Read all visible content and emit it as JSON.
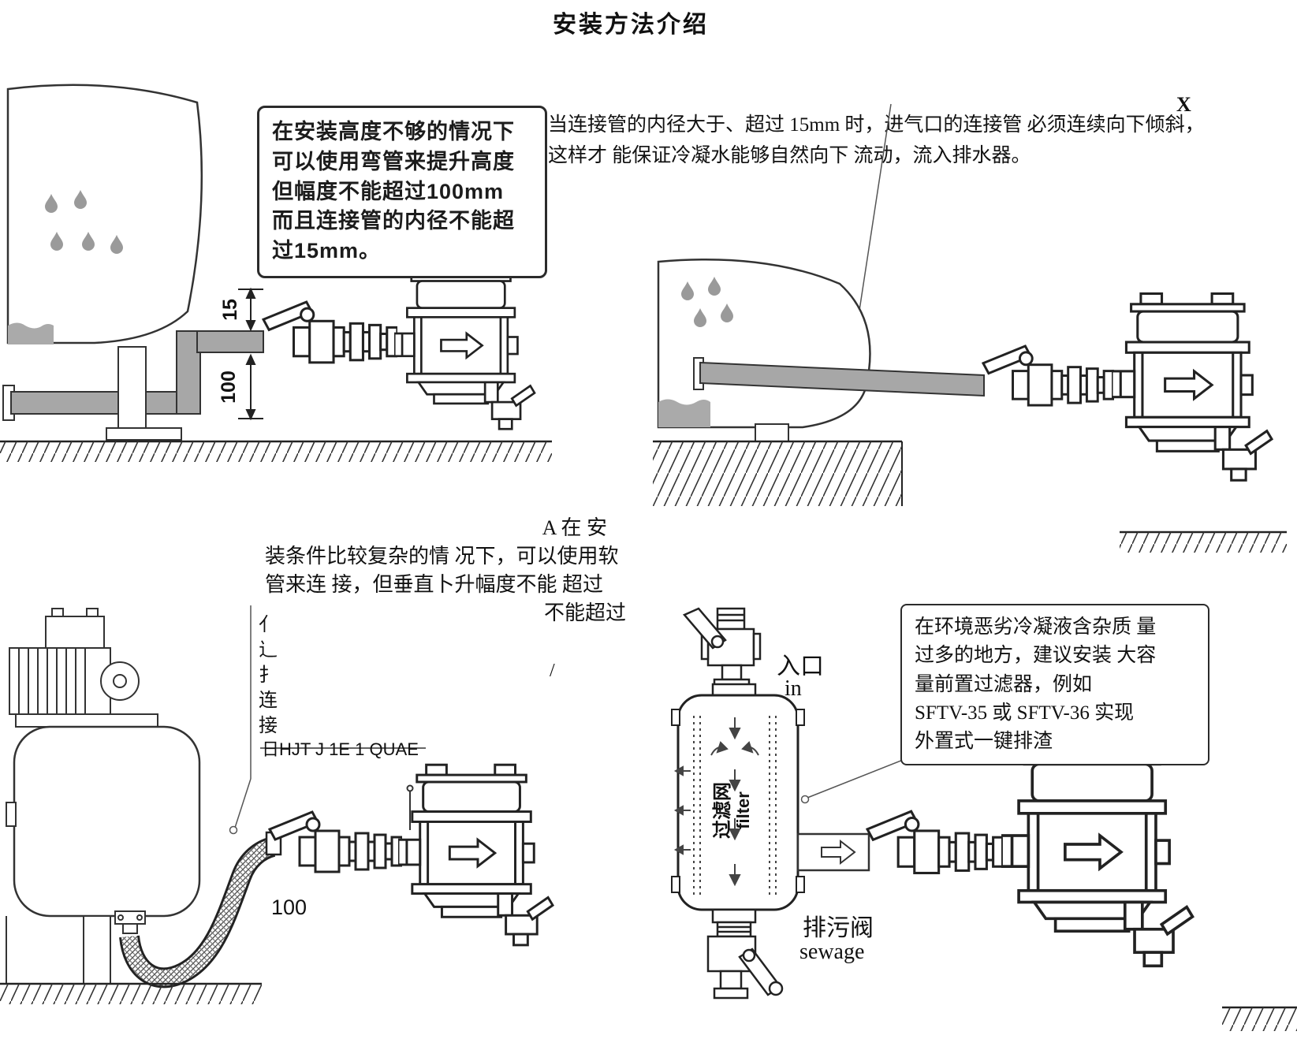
{
  "page": {
    "title": "安装方法介绍"
  },
  "figure_elbow": {
    "callout_lines": [
      "在安装高度不够的情况下",
      "可以使用弯管来提升高度",
      "但幅度不能超过100mm",
      "而且连接管的内径不能超",
      "过15mm。"
    ],
    "dim_rise_limit": "15",
    "dim_elbow_height": "100"
  },
  "note_slope": {
    "corner_mark": "X",
    "line1": "当连接管的内径大于、超过 15mm 时，进气口的连接管 必须连续向下倾斜，",
    "line2": "这样才 能保证冷凝水能够自然向下 流动，流入排水器。"
  },
  "note_hose": {
    "line1": "A 在 安",
    "line2": "装条件比较复杂的情 况下，可以使用软",
    "line3": "管来连 接，但垂直卜升幅度不能 超过",
    "line4": "不能超过",
    "slash_mark": "/",
    "dim_height": "100",
    "garbled_vertical": [
      "亻",
      "辶",
      "扌",
      "连",
      "接"
    ],
    "garbled_line": "日HJT J 1E 1 QUAE"
  },
  "figure_filter": {
    "inlet_cn": "入口",
    "inlet_en": "in",
    "filter_cn": "过滤网",
    "filter_en": "filter",
    "sewage_cn": "排污阀",
    "sewage_en": "sewage",
    "callout_lines": [
      "在环境恶劣冷凝液含杂质 量",
      "过多的地方，建议安装 大容",
      "量前置过滤器，例如",
      "SFTV-35 或 SFTV-36 实现",
      "外置式一键排渣"
    ]
  },
  "colors": {
    "ink": "#222222",
    "pipe_gray": "#a7a7a7",
    "drop_gray": "#9a9a9a"
  }
}
